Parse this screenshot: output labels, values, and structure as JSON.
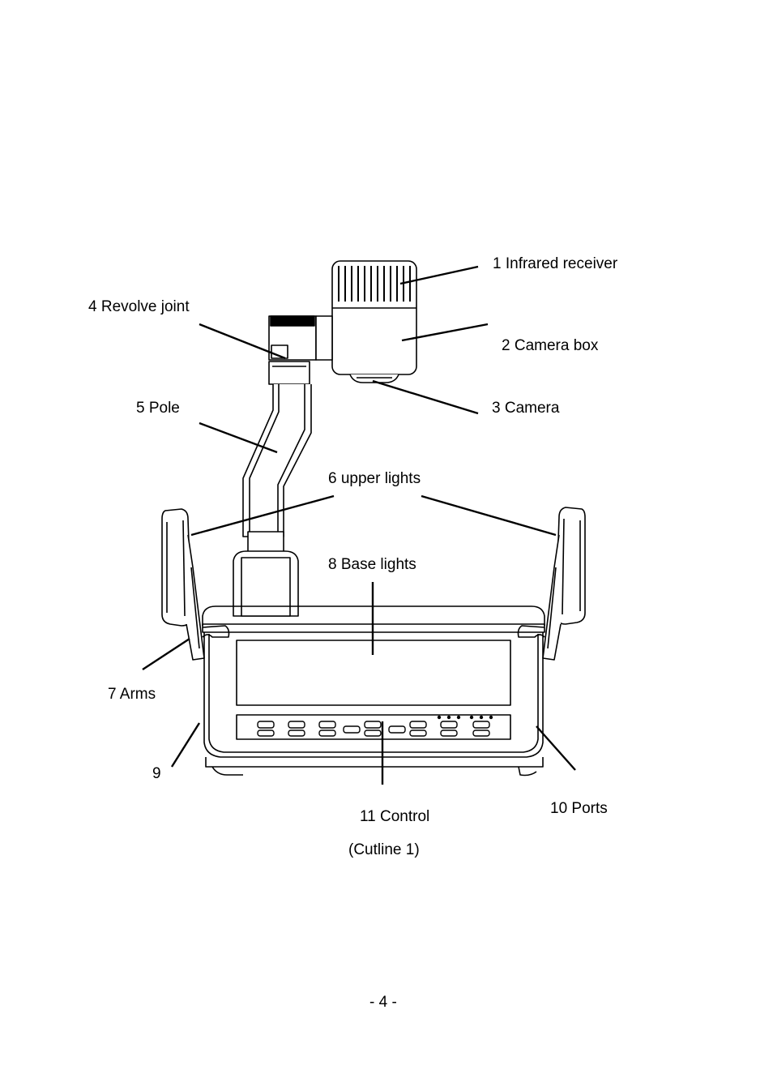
{
  "labels": {
    "infrared_receiver": "1 Infrared receiver",
    "camera_box": "2 Camera box",
    "camera": "3 Camera",
    "revolve_joint": "4 Revolve joint",
    "pole": "5 Pole",
    "upper_lights": "6 upper lights",
    "arms": "7 Arms",
    "base_lights": "8 Base lights",
    "nine": "9",
    "ports": "10 Ports",
    "control": "11 Control"
  },
  "caption": "(Cutline 1)",
  "page_number": "- 4 -"
}
